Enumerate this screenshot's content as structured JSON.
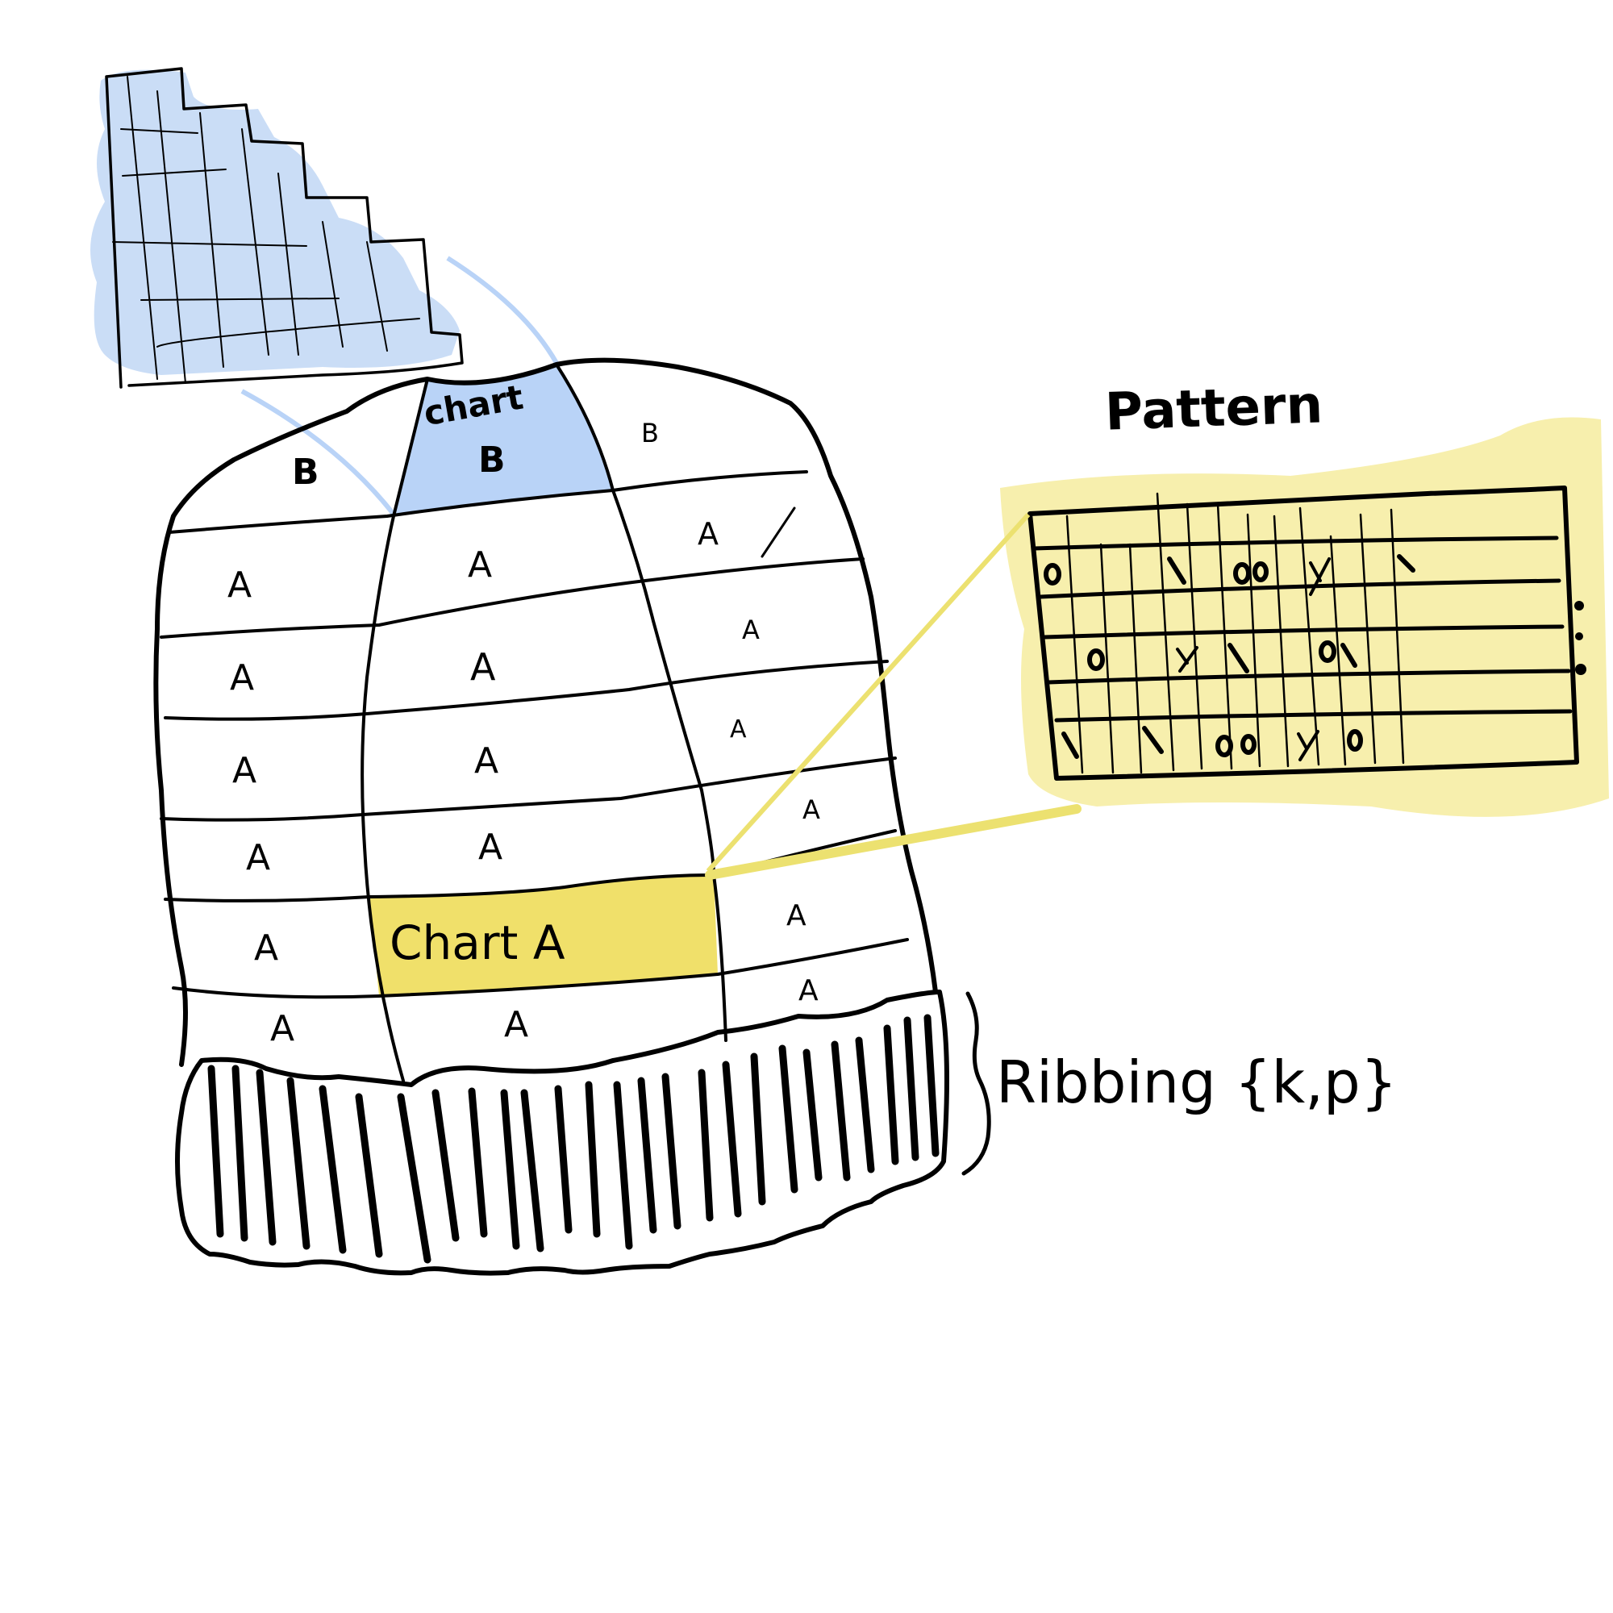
{
  "title": "Knit hat construction diagram",
  "colors": {
    "chart_b_fill": "#b9d3f7",
    "chart_b_wash": "#c7dbf5",
    "chart_a_fill": "#f0e06a",
    "pattern_wash": "#f7efad",
    "ink": "#000000",
    "leader_yellow": "#ece170",
    "leader_blue": "#b9d3f7"
  },
  "labels": {
    "pattern": "Pattern",
    "ribbing": "Ribbing {k,p}",
    "chart_b_line1": "chart",
    "chart_b_line2": "B",
    "chart_a": "Chart A"
  },
  "hat": {
    "crown_cells": [
      "B",
      "chart B",
      "B"
    ],
    "body_grid": {
      "columns": 3,
      "rows": 6,
      "left_column": [
        "A",
        "A",
        "A",
        "A",
        "A",
        "A"
      ],
      "middle_column": [
        "A",
        "A",
        "A",
        "A",
        "Chart A",
        "A"
      ],
      "right_column": [
        "A",
        "A",
        "A",
        "A",
        "A",
        "A"
      ],
      "highlight": {
        "row": 5,
        "column": 2,
        "text": "Chart A"
      }
    },
    "cell_letter": "A",
    "crown_letter": "B",
    "ribbing_stripes": 28
  },
  "chart_b_diagram": {
    "shape": "staircase",
    "steps": 5
  },
  "pattern_chart": {
    "columns": 13,
    "rows": 7,
    "cells": [
      [
        "",
        "",
        "",
        "",
        "",
        "",
        "",
        "",
        "",
        "",
        "",
        "",
        ""
      ],
      [
        "o",
        "",
        "",
        "",
        "\\",
        "",
        "o",
        "o",
        "",
        "y",
        "",
        "",
        "\\"
      ],
      [
        "",
        "",
        "",
        "",
        "",
        "",
        "",
        "",
        "",
        "",
        "",
        "",
        ""
      ],
      [
        "",
        "o",
        "",
        "",
        "y",
        "",
        "\\",
        "",
        "",
        "o",
        "\\",
        "",
        ""
      ],
      [
        "",
        "",
        "",
        "",
        "",
        "",
        "",
        "",
        "",
        "",
        "",
        "",
        ""
      ],
      [
        "\\",
        "",
        "",
        "\\",
        "",
        "o",
        "o",
        "",
        "y",
        "",
        "o",
        "",
        ""
      ],
      [
        "",
        "",
        "",
        "",
        "",
        "",
        "",
        "",
        "",
        "",
        "",
        "",
        ""
      ]
    ],
    "continuation": "⋮"
  }
}
